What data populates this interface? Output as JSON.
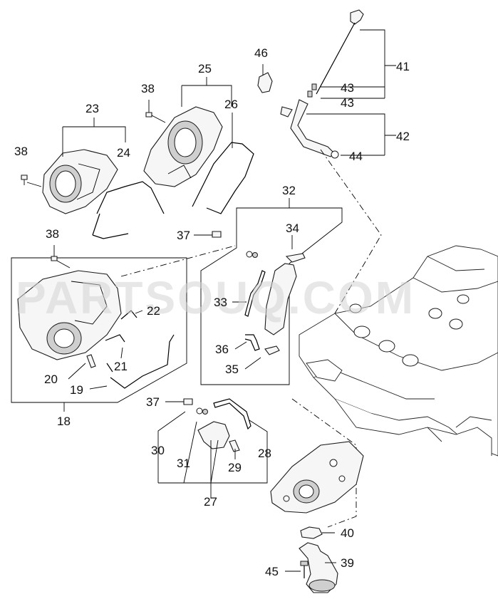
{
  "watermark": "PARTSOUQ.COM",
  "callouts": {
    "c41": "41",
    "c43a": "43",
    "c43b": "43",
    "c42": "42",
    "c44": "44",
    "c46": "46",
    "c25": "25",
    "c26": "26",
    "c23": "23",
    "c24": "24",
    "c38a": "38",
    "c38b": "38",
    "c38c": "38",
    "c32": "32",
    "c34": "34",
    "c37a": "37",
    "c37b": "37",
    "c33": "33",
    "c36": "36",
    "c35": "35",
    "c22": "22",
    "c21": "21",
    "c20": "20",
    "c19": "19",
    "c18": "18",
    "c30": "30",
    "c31": "31",
    "c29": "29",
    "c28": "28",
    "c27": "27",
    "c40": "40",
    "c39": "39",
    "c45": "45"
  }
}
